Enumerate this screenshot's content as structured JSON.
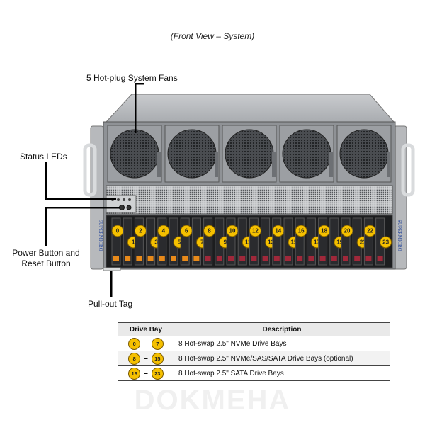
{
  "caption": "(Front View – System)",
  "callouts": {
    "fans": "5 Hot-plug System Fans",
    "status_leds": "Status LEDs",
    "power_reset_line1": "Power Button and",
    "power_reset_line2": "Reset Button",
    "pullout_tag": "Pull-out Tag"
  },
  "brand": "SUPERMICRO",
  "drive_bays": [
    "0",
    "1",
    "2",
    "3",
    "4",
    "5",
    "6",
    "7",
    "8",
    "9",
    "10",
    "11",
    "12",
    "13",
    "14",
    "15",
    "16",
    "17",
    "18",
    "19",
    "20",
    "21",
    "22",
    "23"
  ],
  "table": {
    "headers": [
      "Drive Bay",
      "Description"
    ],
    "rows": [
      {
        "from": "0",
        "to": "7",
        "description": "8 Hot-swap 2.5\" NVMe Drive Bays"
      },
      {
        "from": "8",
        "to": "15",
        "description": "8 Hot-swap 2.5\" NVMe/SAS/SATA Drive Bays (optional)"
      },
      {
        "from": "16",
        "to": "23",
        "description": "8 Hot-swap 2.5\" SATA Drive Bays"
      }
    ]
  },
  "watermark": "DOKMEHA",
  "colors": {
    "accent": "#f5b800",
    "chassis": "#8f9296",
    "orange_tab": "#e88a1a",
    "red_tab": "#a0283a"
  }
}
